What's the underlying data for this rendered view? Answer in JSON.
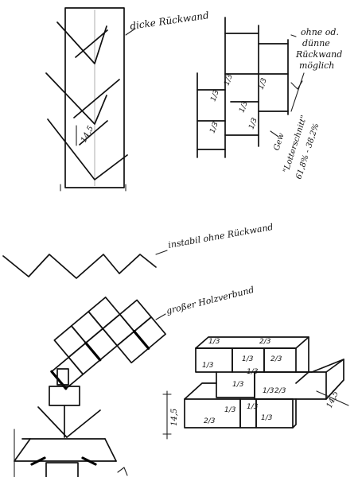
{
  "annotations": {
    "thick_back": "dicke Rückwand",
    "thin_back_1": "ohne od.",
    "thin_back_2": "dünne",
    "thin_back_3": "Rückwand",
    "thin_back_4": "möglich",
    "weight_1": "Gew",
    "weight_2": "\"Lotterschnitt\"",
    "weight_3": "61,8% - 38,2%",
    "no_back": "instabil ohne Rückwand",
    "large_bond": "großer Holzverbund",
    "dim_a": "14,5",
    "dim_b": "14,5",
    "dim_c": "14,5"
  },
  "fractions": {
    "shelf": [
      "1/3",
      "1/3",
      "1/3",
      "1/3",
      "1/3"
    ],
    "box_top": [
      "1/3",
      "2/3"
    ],
    "box_row2": [
      "1/3",
      "2/3",
      "1/3"
    ],
    "box_row3": [
      "1/3",
      "1/3",
      "2/3"
    ],
    "box_row4": [
      "2/3",
      "1/3",
      "1/3"
    ]
  }
}
